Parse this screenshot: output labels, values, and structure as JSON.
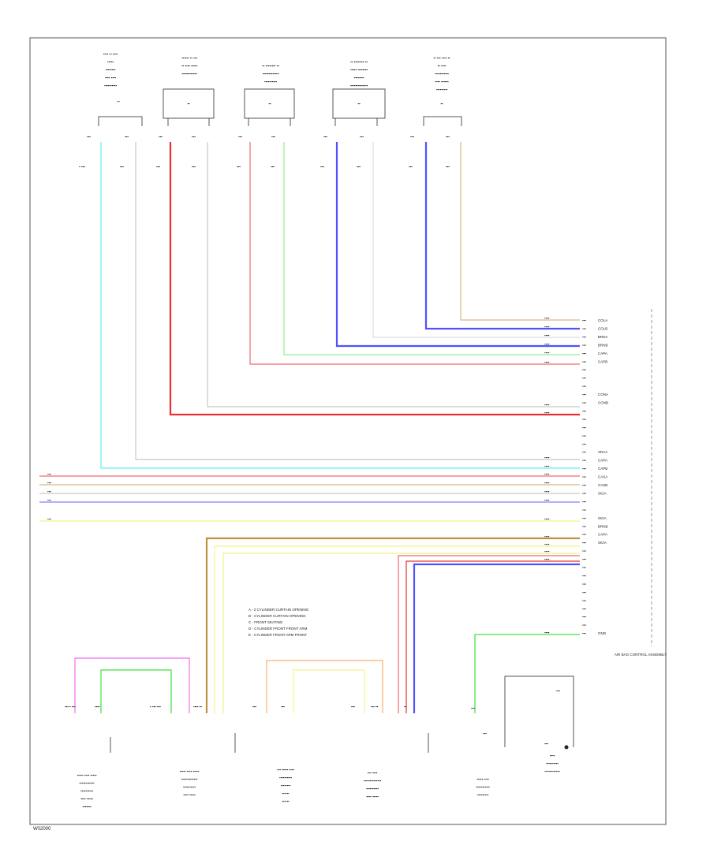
{
  "figure_code": "W02000",
  "colors": {
    "cyan": "#5ff0f0",
    "red": "#f06a6a",
    "dark_red": "#e83030",
    "gray": "#c8c8c8",
    "green": "#90f090",
    "bright_green": "#40e040",
    "blue": "#5050ff",
    "tan": "#d8b880",
    "yellow": "#f2f28a",
    "pink": "#f070f0",
    "brown": "#c09040",
    "orange": "#f8b070"
  },
  "legend_items": [
    "A - 2 CYLINDER CURTAIN OPENING",
    "B - CYLINDER CURTAIN OPENING",
    "C - FRONT SEATING",
    "D - CYLINDER FRONT FRONT ARM",
    "E - CYLINDER FRONT ARM FRONT"
  ],
  "right_pin_labels": [
    "COLA",
    "COLB",
    "BRNA",
    "BRNB",
    "CAPA",
    "CAPB",
    "",
    "",
    "",
    "CONA",
    "CONB",
    "",
    "",
    "",
    "",
    "",
    "SRAA",
    "CAPA",
    "CAPB",
    "CASA",
    "CASB",
    "SIGA",
    "",
    "",
    "SIGA",
    "BRNB",
    "CAPA",
    "SIGA",
    "",
    "",
    "",
    "",
    "",
    "",
    "",
    "",
    "",
    "",
    "GND"
  ],
  "right_harness_label": "AIR BAG CONTROL ASSEMBLY"
}
